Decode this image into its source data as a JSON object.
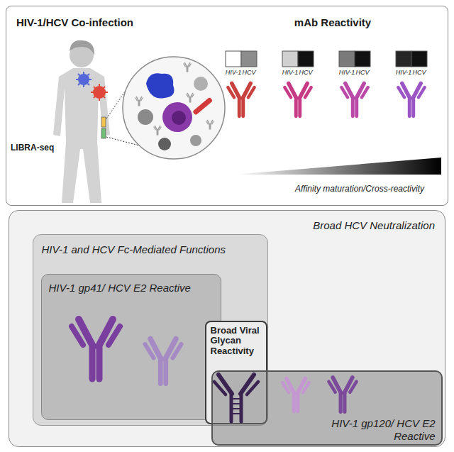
{
  "diagram": {
    "nodes": [
      {
        "text": [
          "HIV-1/HCV Co-infection",
          "LIBRA-seq",
          "mAb Reactivity",
          "Affinity maturation/Cross-reactivity"
        ]
      },
      {
        "text": [
          "Broad HCV Neutralization"
        ]
      },
      {
        "text": [
          "HIV-1 and HCV Fc-Mediated Functions"
        ],
        "in": 1
      },
      {
        "text": [
          "HIV-1 gp41/ HCV E2 Reactive"
        ],
        "in": 2
      },
      {
        "text": [
          "Broad Viral Glycan Reactivity"
        ],
        "in": 1
      },
      {
        "text": [
          "HIV-1 gp120/ HCV E2 Reactive"
        ],
        "in": 1
      }
    ],
    "labels": [
      "HIV-1",
      "HCV",
      "HIV-1",
      "HCV",
      "HIV-1",
      "HCV",
      "HIV-1",
      "HCV"
    ]
  }
}
